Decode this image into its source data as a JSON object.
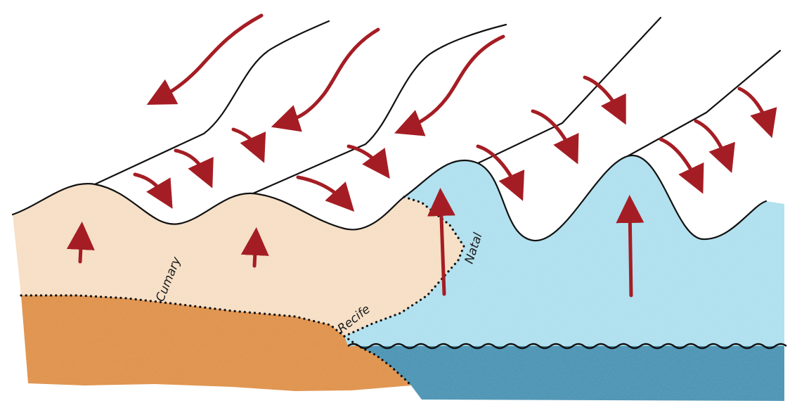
{
  "labels": {
    "cumary": "Cumary",
    "natal": "Natal",
    "recife": "Recife"
  },
  "colors": {
    "paper": "#ffffff",
    "light_tan": "#f5dcc0",
    "dark_orange": "#dd8a3e",
    "light_blue": "#a9dded",
    "dark_blue": "#3f8cae",
    "arrow_red": "#a51d24",
    "line": "#111111"
  },
  "icons": [
    "arrow-icon"
  ]
}
